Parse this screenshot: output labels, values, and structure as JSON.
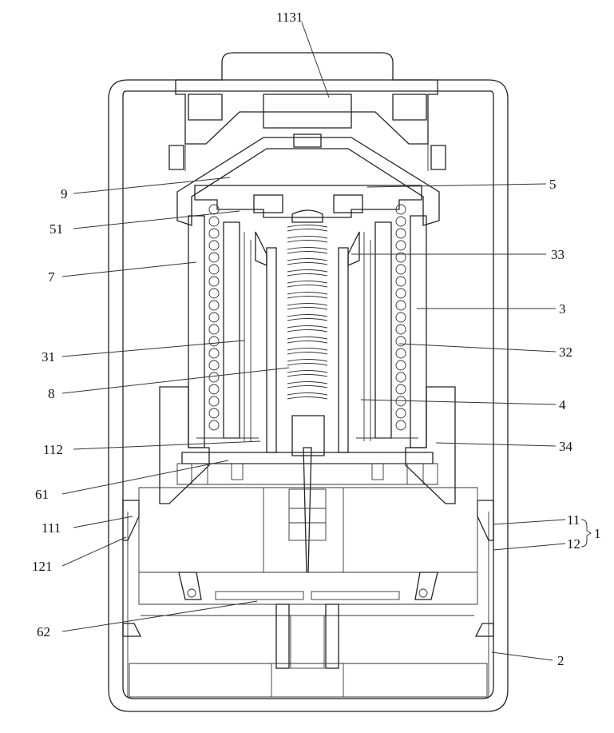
{
  "labels": {
    "l1131": "1131",
    "l9": "9",
    "l5": "5",
    "l51": "51",
    "l33": "33",
    "l7": "7",
    "l3": "3",
    "l31": "31",
    "l32": "32",
    "l8": "8",
    "l4": "4",
    "l112": "112",
    "l34": "34",
    "l61": "61",
    "l111": "111",
    "l11": "11",
    "l1": "1",
    "l12": "12",
    "l121": "121",
    "l62": "62",
    "l2": "2"
  }
}
